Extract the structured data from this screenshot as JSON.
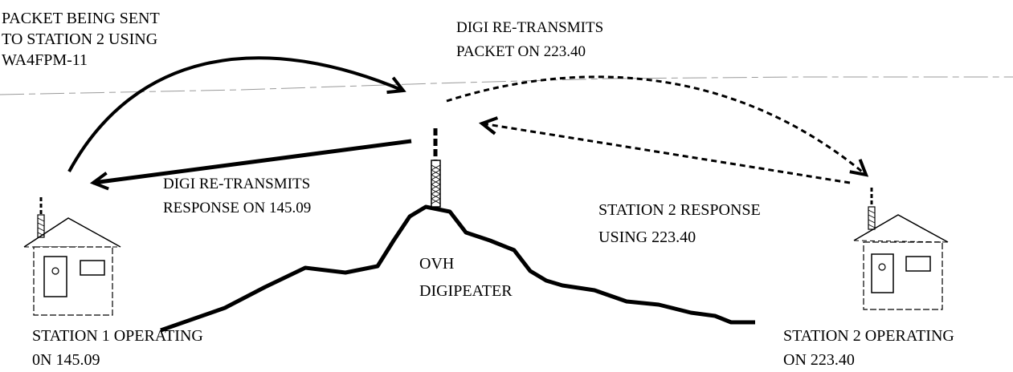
{
  "labels": {
    "packet_sent": [
      "PACKET BEING SENT",
      "TO STATION 2 USING",
      "WA4FPM-11"
    ],
    "digi_retransmits_packet": [
      "DIGI RE-TRANSMITS",
      "PACKET ON  223.40"
    ],
    "digi_retransmits_response": [
      "DIGI RE-TRANSMITS",
      "RESPONSE ON  145.09"
    ],
    "station2_response": [
      "STATION 2 RESPONSE",
      "USING  223.40"
    ],
    "digipeater": [
      "OVH",
      "DIGIPEATER"
    ],
    "station1": [
      "STATION 1 OPERATING",
      "0N  145.09"
    ],
    "station2": [
      "STATION 2 OPERATING",
      "ON  223.40"
    ]
  },
  "icons": {
    "station1_house": "house-icon",
    "station2_house": "house-icon",
    "tower": "antenna-tower-icon",
    "mountain": "mountain-ridge-icon"
  },
  "colors": {
    "ink": "#000000",
    "paper": "#ffffff"
  }
}
